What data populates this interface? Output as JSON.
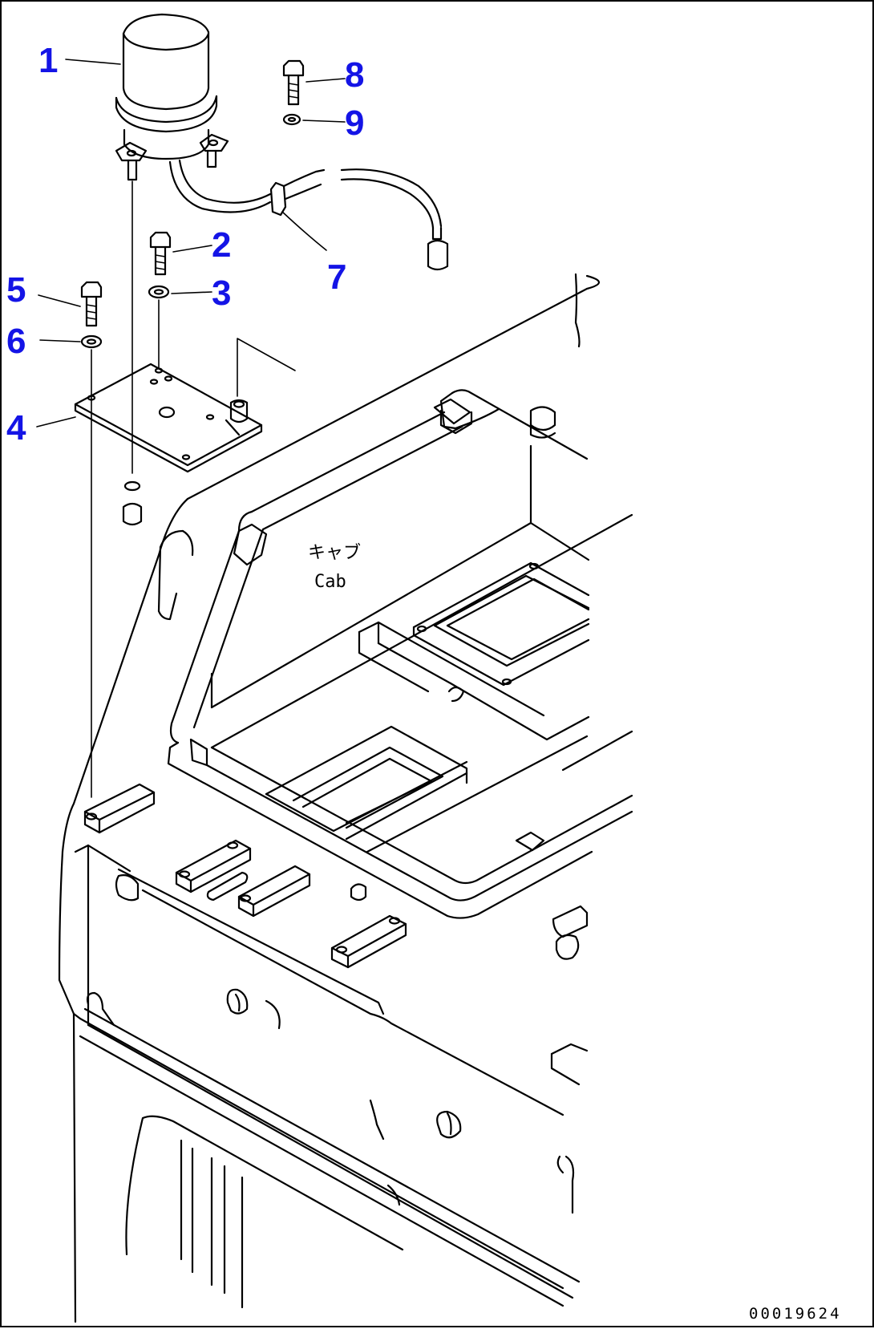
{
  "callouts": [
    {
      "id": "1",
      "label": "1"
    },
    {
      "id": "2",
      "label": "2"
    },
    {
      "id": "3",
      "label": "3"
    },
    {
      "id": "4",
      "label": "4"
    },
    {
      "id": "5",
      "label": "5"
    },
    {
      "id": "6",
      "label": "6"
    },
    {
      "id": "7",
      "label": "7"
    },
    {
      "id": "8",
      "label": "8"
    },
    {
      "id": "9",
      "label": "9"
    }
  ],
  "cab_label_jp": "キャブ",
  "cab_label_en": "Cab",
  "drawing_code": "00019624",
  "colors": {
    "callout": "#1414e6",
    "line": "#000000",
    "background": "#ffffff"
  }
}
